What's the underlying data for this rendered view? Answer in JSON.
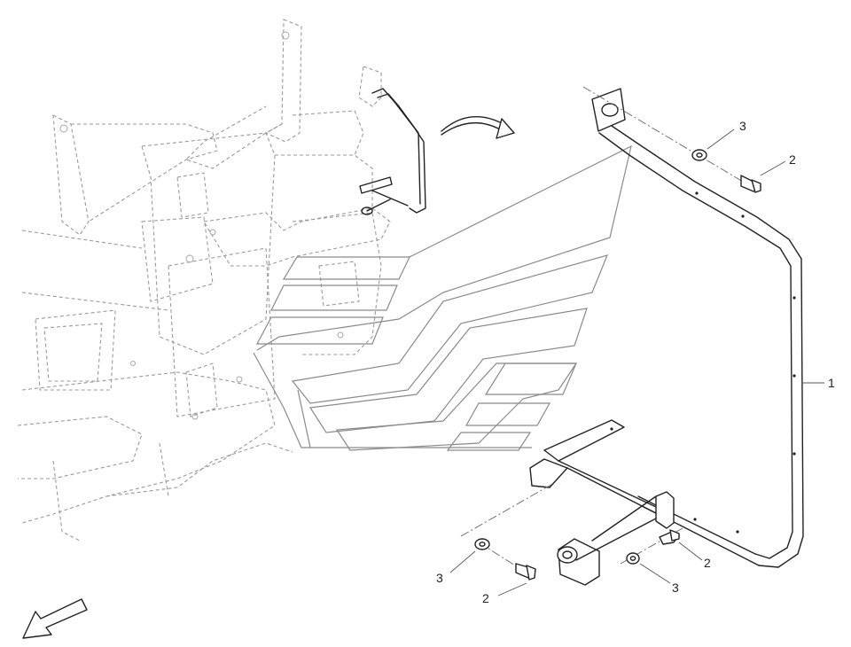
{
  "callouts": [
    {
      "id": "callout-1",
      "label": "1"
    },
    {
      "id": "callout-2-top",
      "label": "2"
    },
    {
      "id": "callout-3-top",
      "label": "3"
    },
    {
      "id": "callout-2-bottom-right",
      "label": "2"
    },
    {
      "id": "callout-3-bottom-right",
      "label": "3"
    },
    {
      "id": "callout-2-bottom-left",
      "label": "2"
    },
    {
      "id": "callout-3-bottom-left",
      "label": "3"
    }
  ],
  "icons": {
    "direction_arrow": "front-direction-arrow-icon",
    "transfer_arrow": "curved-transfer-arrow-icon"
  },
  "colors": {
    "line": "#222222",
    "ghost": "#9a9a9a"
  }
}
